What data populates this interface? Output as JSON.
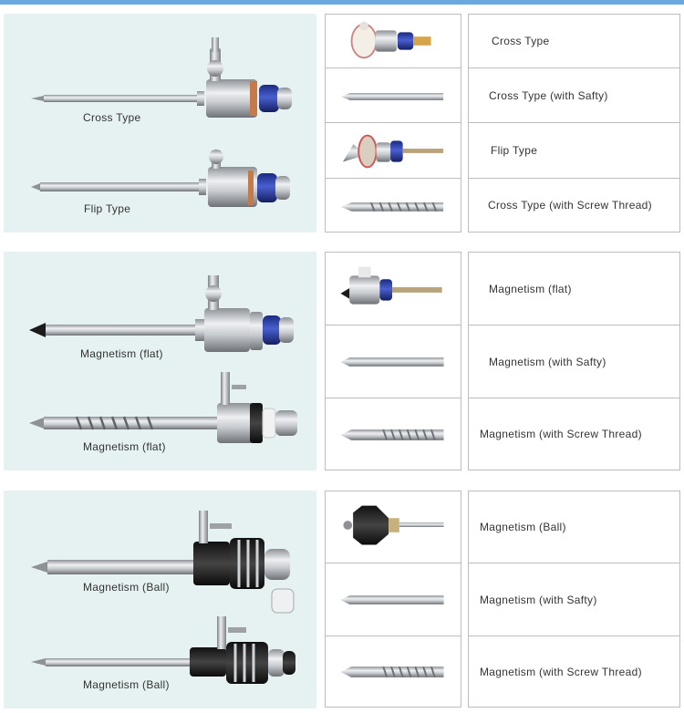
{
  "panels": [
    {
      "instruments": [
        {
          "label": "Cross Type"
        },
        {
          "label": "Flip Type"
        }
      ],
      "rows": [
        {
          "thumbnail_icon": "cannula-valve-icon",
          "name": "Cross Type"
        },
        {
          "thumbnail_icon": "safety-tip-icon",
          "name": "Cross Type (with Safty)"
        },
        {
          "thumbnail_icon": "flip-valve-icon",
          "name": "Flip Type"
        },
        {
          "thumbnail_icon": "screw-thread-tip-icon",
          "name": "Cross Type (with Screw Thread)"
        }
      ]
    },
    {
      "instruments": [
        {
          "label": "Magnetism (flat)"
        },
        {
          "label": "Magnetism (flat)"
        }
      ],
      "rows": [
        {
          "thumbnail_icon": "magnetic-valve-icon",
          "name": "Magnetism (flat)"
        },
        {
          "thumbnail_icon": "safety-tip-icon",
          "name": "Magnetism (with Safty)"
        },
        {
          "thumbnail_icon": "screw-thread-tip-icon",
          "name": "Magnetism (with Screw Thread)"
        }
      ]
    },
    {
      "instruments": [
        {
          "label": "Magnetism (Ball)"
        },
        {
          "label": "Magnetism (Ball)"
        }
      ],
      "rows": [
        {
          "thumbnail_icon": "ball-valve-icon",
          "name": "Magnetism (Ball)"
        },
        {
          "thumbnail_icon": "safety-tip-icon",
          "name": "Magnetism (with Safty)"
        },
        {
          "thumbnail_icon": "screw-thread-tip-icon",
          "name": "Magnetism (with Screw Thread)"
        }
      ]
    }
  ],
  "colors": {
    "photo_background": "#e6f1f1",
    "cell_border": "#bdbdbd",
    "top_bar": "#6aa9e0",
    "seal_blue": "#2a3b9e",
    "steel": "#b9bcc0"
  }
}
